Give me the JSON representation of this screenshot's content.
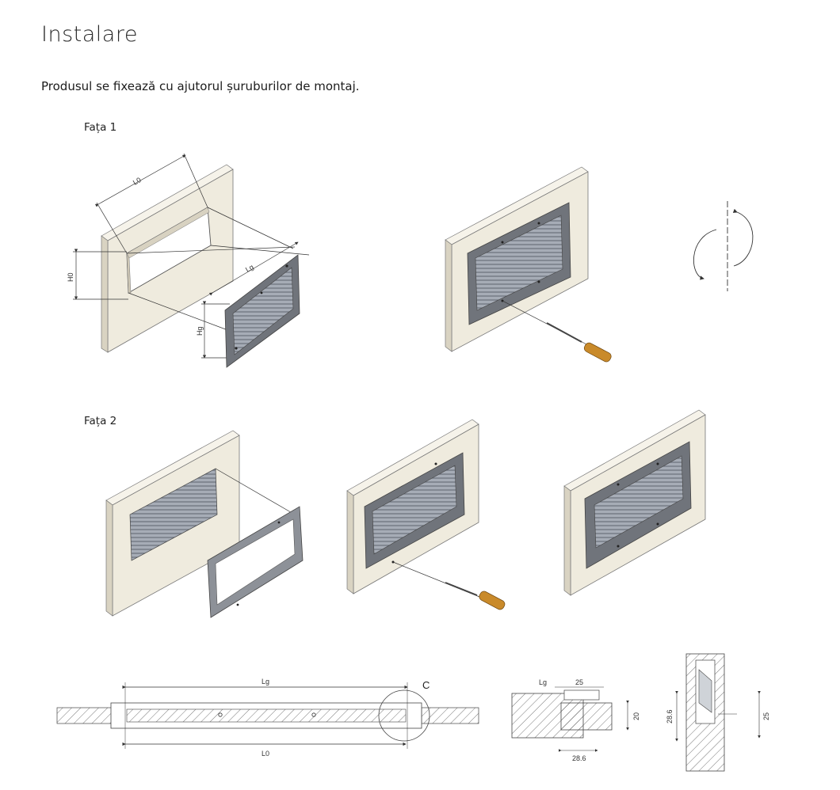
{
  "page": {
    "title": "Instalare",
    "intro": "Produsul se fixează cu ajutorul șuruburilor de montaj."
  },
  "side1": {
    "label": "Fața 1",
    "dims": {
      "L0": "L0",
      "H0": "H0",
      "Lg": "Lg",
      "Hg": "Hg"
    }
  },
  "side2": {
    "label": "Fața 2"
  },
  "section": {
    "Lg": "Lg",
    "L0": "L0",
    "detail_tag": "C"
  },
  "detail": {
    "Lg": "Lg",
    "d25_top": "25",
    "d20": "20",
    "d286_bottom": "28.6",
    "d286_side": "28.6",
    "d25_side": "25"
  },
  "colors": {
    "wall": "#efebde",
    "wall_edge": "#d9d3c2",
    "frame": "#6f737a",
    "grille": "#9aa0aa",
    "handle": "#c98a2a"
  }
}
